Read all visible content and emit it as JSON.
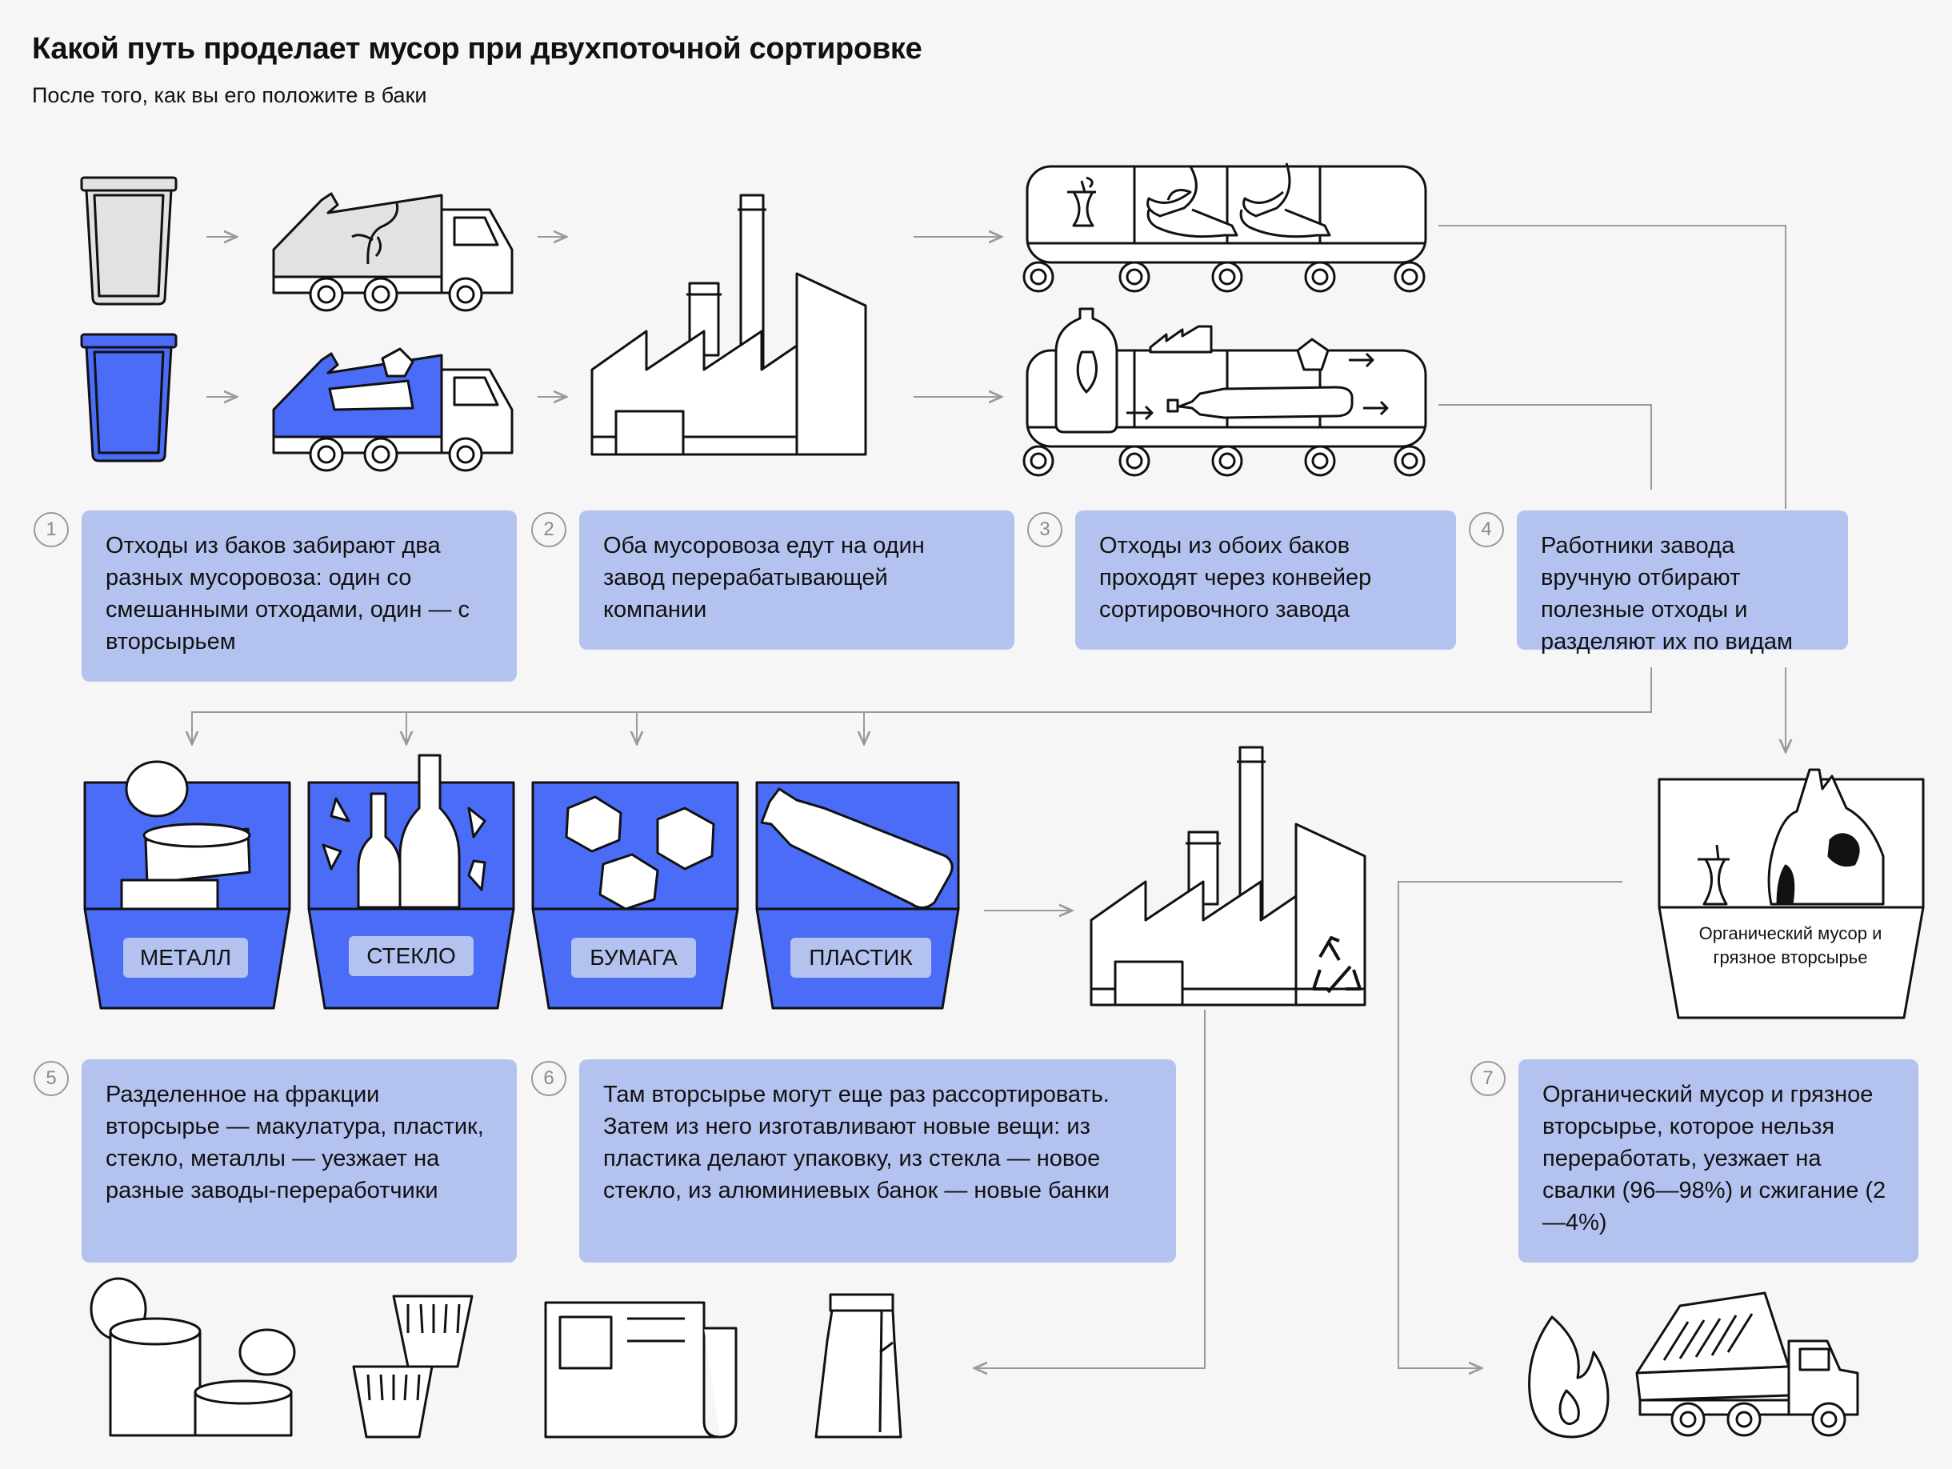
{
  "header": {
    "title": "Какой путь проделает мусор при двухпоточной сортировке",
    "subtitle": "После того, как вы его положите в баки"
  },
  "steps": [
    {
      "num": "1",
      "text": "Отходы из баков забирают два разных мусоровоза: один со смешанными отходами, один — с вторсырьем"
    },
    {
      "num": "2",
      "text": "Оба мусоровоза едут на один завод перерабатывающей компании"
    },
    {
      "num": "3",
      "text": "Отходы из обоих баков проходят через конвейер сортировочного завода"
    },
    {
      "num": "4",
      "text": "Работники завода вручную отбирают полезные отходы и разделяют их по видам"
    },
    {
      "num": "5",
      "text": "Разделенное на фракции вторсырье — макулатура, пластик, стекло, металлы — уезжает на разные заводы-переработчики"
    },
    {
      "num": "6",
      "text": "Там вторсырье могут еще раз рассортировать. Затем из него изготавливают новые вещи: из пластика делают упаковку, из стекла — новое стекло, из алюминиевых банок — новые банки"
    },
    {
      "num": "7",
      "text": "Органический мусор и грязное вторсырье, которое нельзя переработать, уезжает на свалки (96—98%) и сжигание (2—4%)"
    }
  ],
  "bins": [
    {
      "label": "МЕТАЛЛ"
    },
    {
      "label": "СТЕКЛО"
    },
    {
      "label": "БУМАГА"
    },
    {
      "label": "ПЛАСТИК"
    }
  ],
  "dump_label": "Органический мусор и грязное вторсырье",
  "colors": {
    "accent_blue": "#4a6cf7",
    "card_bg": "#b4c2ef",
    "line": "#9a9a9a",
    "bin_gray": "#e2e2e2"
  }
}
